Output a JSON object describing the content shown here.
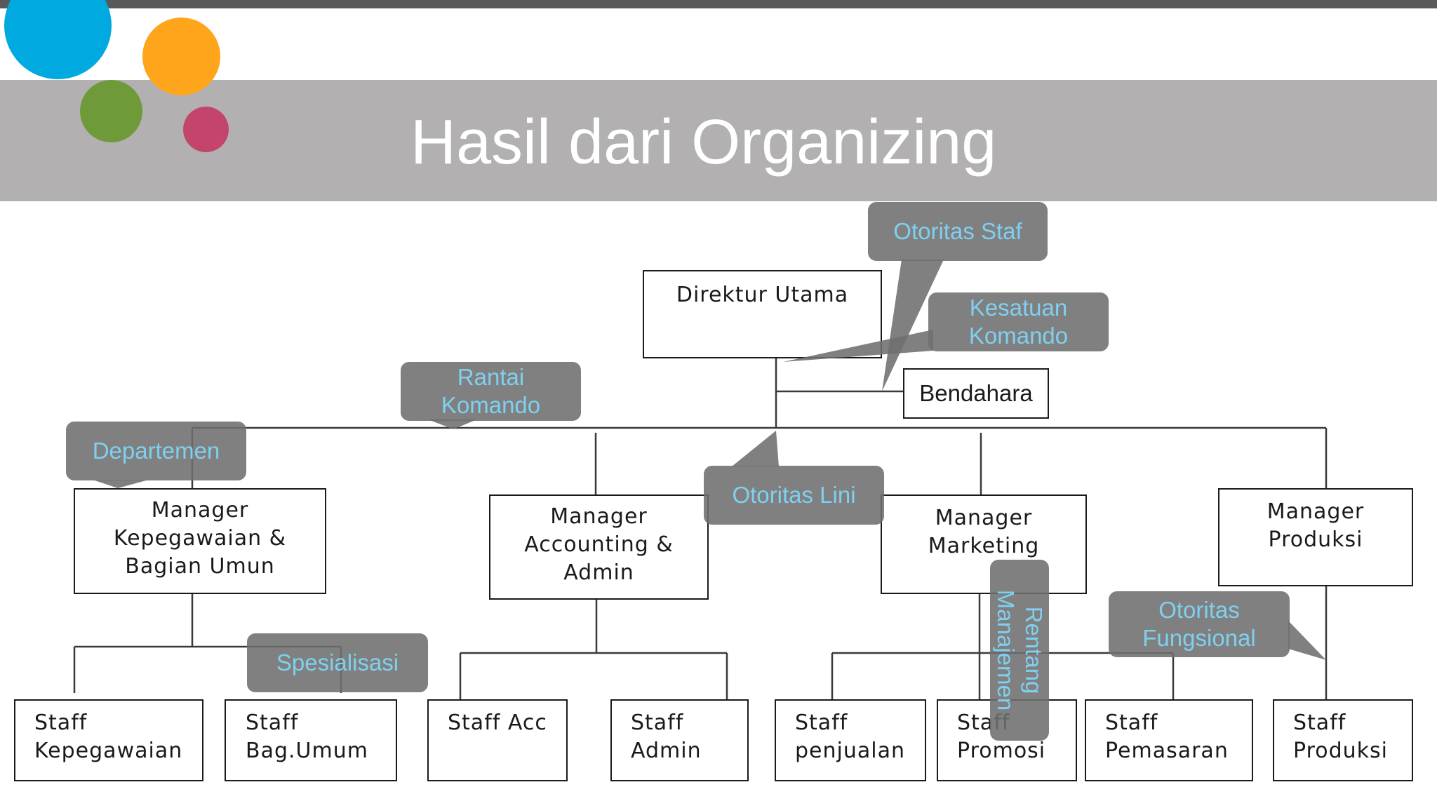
{
  "slide": {
    "title": "Hasil dari Organizing"
  },
  "colors": {
    "top_bar": "#595959",
    "title_band": "#b2b0b1",
    "dot_blue": "#00a9e0",
    "dot_orange": "#ffa51c",
    "dot_green": "#6e9a3a",
    "dot_pink": "#c4456b",
    "callout_text": "#7fd0f0"
  },
  "org_chart": {
    "direktur": "Direktur Utama",
    "bendahara": "Bendahara",
    "managers": {
      "kepegawaian": "Manager\nKepegawaian &\nBagian Umun",
      "accounting": "Manager\nAccounting &\nAdmin",
      "marketing": "Manager\nMarketing",
      "produksi": "Manager\nProduksi"
    },
    "staff": {
      "kepegawaian": "Staff\nKepegawaian",
      "bag_umum": "Staff\nBag.Umum",
      "acc": "Staff Acc",
      "admin": "Staff\nAdmin",
      "penjualan": "Staff\npenjualan",
      "promosi": "Staff\nPromosi",
      "pemasaran": "Staff\nPemasaran",
      "produksi": "Staff\nProduksi"
    }
  },
  "callouts": {
    "otoritas_staf": "Otoritas Staf",
    "kesatuan_komando": "Kesatuan\nKomando",
    "rantai_komando": "Rantai\nKomando",
    "departemen": "Departemen",
    "otoritas_lini": "Otoritas Lini",
    "spesialisasi": "Spesialisasi",
    "rentang_manajemen": "Rentang\nManajemen",
    "otoritas_fungsional": "Otoritas\nFungsional"
  }
}
